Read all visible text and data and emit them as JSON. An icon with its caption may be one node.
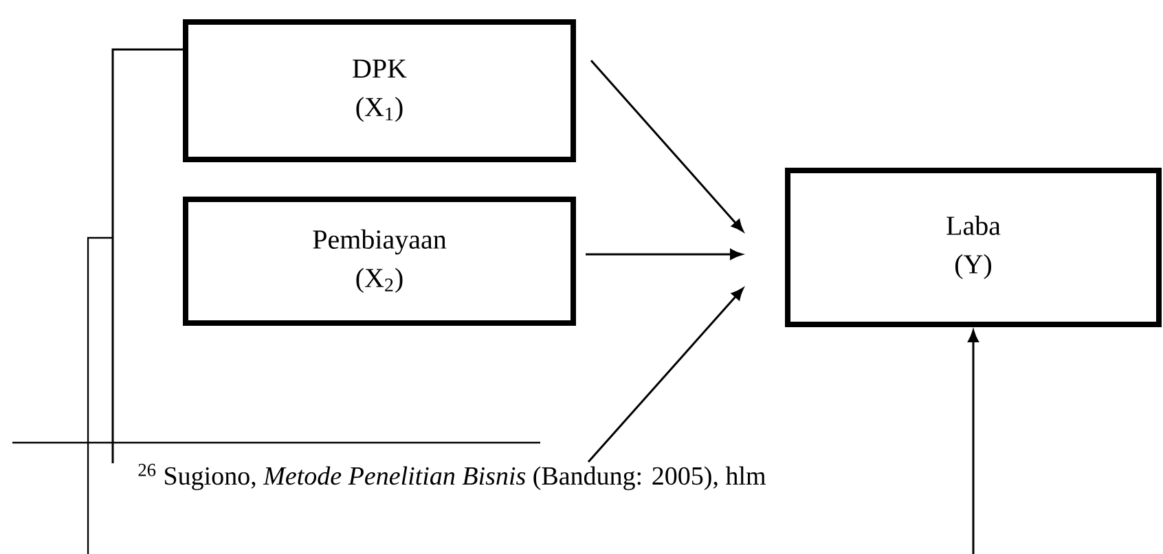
{
  "diagram": {
    "nodes": [
      {
        "text": [
          "DPK",
          "(X$_{1}$)"
        ]
      },
      {
        "text": [
          "Pembiayaan",
          "(X$_{2}$)"
        ]
      },
      {
        "text": [
          "Laba",
          "(Y)"
        ]
      }
    ],
    "edges": [
      {
        "from": 0,
        "to": null,
        "arrow": "none"
      },
      {
        "from": 0,
        "to": null,
        "arrow": "to"
      },
      {
        "from": 1,
        "to": null,
        "arrow": "to"
      },
      {
        "from": null,
        "to": 2,
        "arrow": "to"
      }
    ],
    "labels": [
      "$^{26}$ Sugiono, *Metode Penelitian Bisnis* (Bandung: 2005), hlm"
    ]
  }
}
